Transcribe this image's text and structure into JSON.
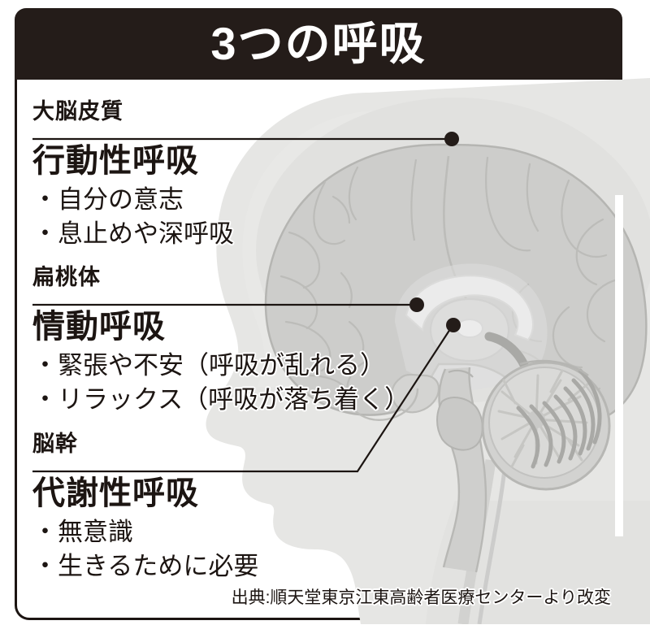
{
  "header": {
    "title": "3つの呼吸"
  },
  "sections": [
    {
      "organ": "大脳皮質",
      "breathing": "行動性呼吸",
      "bullets": [
        "・自分の意志",
        "・息止めや深呼吸"
      ]
    },
    {
      "organ": "扁桃体",
      "breathing": "情動呼吸",
      "bullets": [
        "・緊張や不安（呼吸が乱れる）",
        "・リラックス（呼吸が落ち着く）"
      ]
    },
    {
      "organ": "脳幹",
      "breathing": "代謝性呼吸",
      "bullets": [
        "・無意識",
        "・生きるために必要"
      ]
    }
  ],
  "source": "出典:順天堂東京江東高齢者医療センターより改変",
  "illustration": {
    "name": "brain-sagittal-cross-section",
    "parts": [
      "head-silhouette",
      "cerebral-cortex",
      "corpus-callosum",
      "thalamus",
      "brainstem",
      "cerebellum",
      "spinal-cord"
    ]
  },
  "colors": {
    "header_background": "#241c19",
    "header_text": "#ffffff",
    "body_background": "#ffffff",
    "border": "#1c1512",
    "text": "#1c1512",
    "silhouette": "#e4e4e2",
    "brain_fill": "#cfcfcd",
    "brain_outline": "#b6b6b3",
    "marker_dot": "#241c19",
    "leader_line": "#1c1512"
  }
}
